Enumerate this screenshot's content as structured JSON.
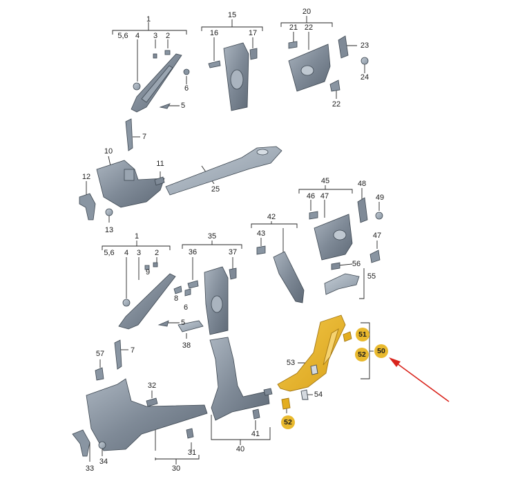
{
  "highlight_color": "#e9b92e",
  "arrow_color": "#d9241c",
  "part_color": "#7f8c9a",
  "labels": {
    "l1a": "1",
    "l56a": "5,6",
    "l4a": "4",
    "l3a": "3",
    "l2a": "2",
    "l6a": "6",
    "l5a": "5",
    "l15": "15",
    "l16": "16",
    "l17": "17",
    "l20": "20",
    "l21": "21",
    "l22a": "22",
    "l22b": "22",
    "l23": "23",
    "l24": "24",
    "l7a": "7",
    "l10": "10",
    "l11": "11",
    "l12": "12",
    "l13": "13",
    "l25": "25",
    "l45": "45",
    "l46": "46",
    "l47a": "47",
    "l47b": "47",
    "l48": "48",
    "l49": "49",
    "l42": "42",
    "l43": "43",
    "l56b": "56",
    "l55": "55",
    "l1b": "1",
    "l56c": "5,6",
    "l4b": "4",
    "l3b": "3",
    "l2b": "2",
    "l9": "9",
    "l8": "8",
    "l6b": "6",
    "l5b": "5",
    "l35": "35",
    "l36": "36",
    "l37": "37",
    "l38": "38",
    "l57": "57",
    "l7b": "7",
    "l32": "32",
    "l33": "33",
    "l34": "34",
    "l30": "30",
    "l31": "31",
    "l40": "40",
    "l41": "41",
    "l53": "53",
    "l54": "54"
  },
  "highlighted": {
    "h51": "51",
    "h52a": "52",
    "h52b": "52",
    "h50": "50"
  }
}
